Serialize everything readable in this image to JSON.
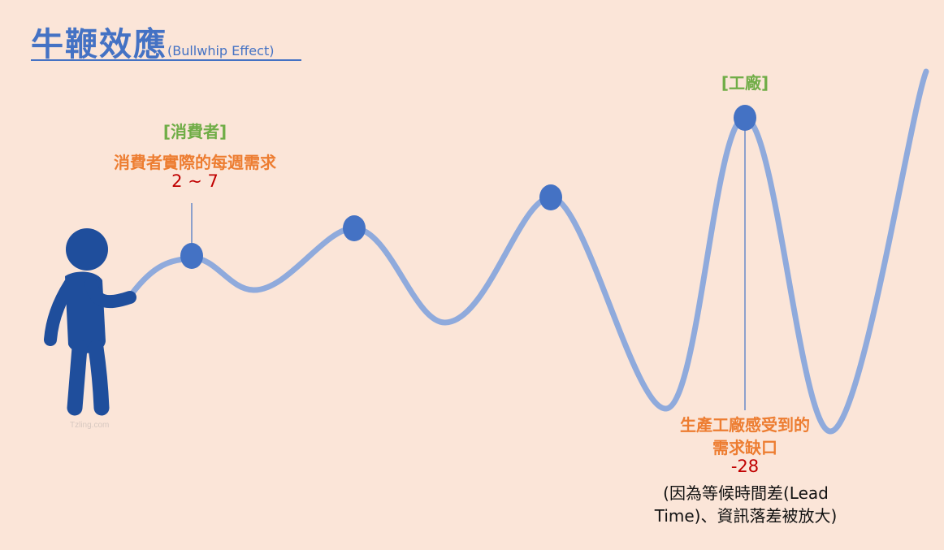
{
  "title": {
    "main": "牛鞭效應",
    "sub": "(Bullwhip Effect)"
  },
  "consumer": {
    "tag": "[消費者]",
    "desc": "消費者實際的每週需求",
    "value": "2 ~ 7"
  },
  "factory": {
    "tag": "[工廠]",
    "desc_line1": "生產工廠感受到的",
    "desc_line2": "需求缺口",
    "value": "-28",
    "note_line1": "(因為等候時間差(Lead",
    "note_line2": "Time)、資訊落差被放大)"
  },
  "watermark": "Tzling.com",
  "colors": {
    "background": "#fbe5d8",
    "title": "#4472c4",
    "whip": "#8faadc",
    "node": "#4472c4",
    "figure": "#1f4e9c",
    "tag_green": "#70ad47",
    "desc_orange": "#ed7d31",
    "value_red": "#c00000"
  }
}
